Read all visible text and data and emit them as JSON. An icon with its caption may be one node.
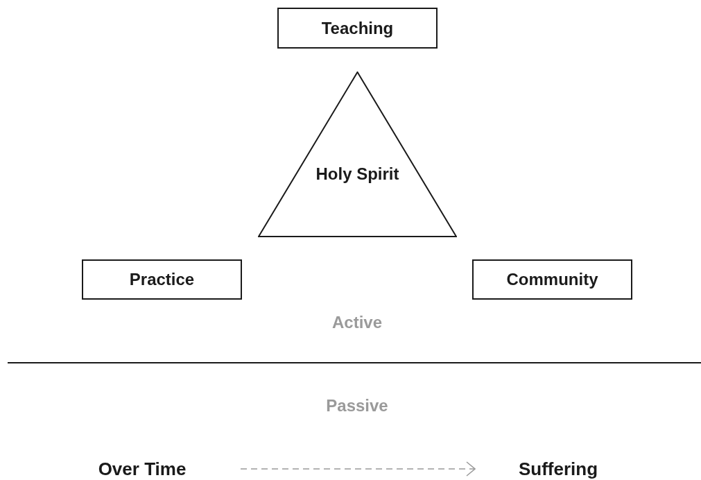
{
  "diagram": {
    "nodes": [
      {
        "text": [
          "Teaching"
        ]
      },
      {
        "text": [
          "Holy Spirit"
        ]
      },
      {
        "text": [
          "Practice"
        ]
      },
      {
        "text": [
          "Community"
        ]
      },
      {
        "text": [
          "Over Time"
        ]
      },
      {
        "text": [
          "Suffering"
        ]
      }
    ],
    "edges": [
      {
        "from": 4,
        "to": 5,
        "arrow": "to",
        "style": "dashed",
        "color": "#999999"
      }
    ],
    "labels": [
      "Active",
      "Passive"
    ]
  }
}
